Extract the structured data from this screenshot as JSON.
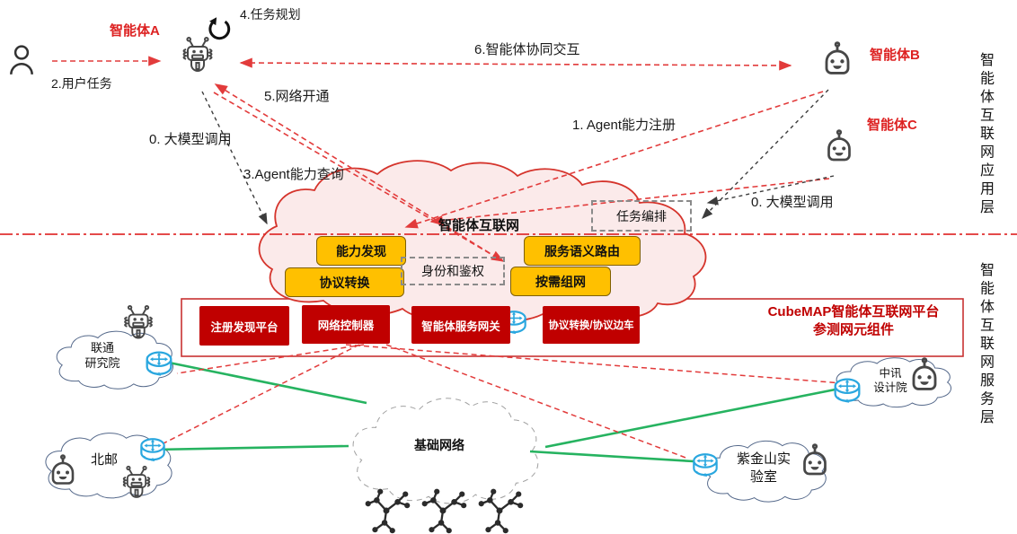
{
  "layer_labels": {
    "application": "智能体互联网应用层",
    "service": "智能体互联网服务层"
  },
  "agents": {
    "a": "智能体A",
    "b": "智能体B",
    "c": "智能体C"
  },
  "steps": {
    "s0_left": "0. 大模型调用",
    "s0_right": "0. 大模型调用",
    "s1": "1. Agent能力注册",
    "s2": "2.用户任务",
    "s3": "3.Agent能力查询",
    "s4": "4.任务规划",
    "s5": "5.网络开通",
    "s6": "6.智能体协同交互"
  },
  "agent_internet": {
    "title": "智能体互联网",
    "capability_discovery": "能力发现",
    "semantic_routing": "服务语义路由",
    "protocol_conversion": "协议转换",
    "on_demand_network": "按需组网",
    "identity_auth": "身份和鉴权",
    "task_orchestration": "任务编排"
  },
  "platform": {
    "caption": "CubeMAP智能体互联网平台\n参测网元组件",
    "components": [
      "注册发现平台",
      "网络控制器",
      "智能体服务网关",
      "协议转换/协议边车"
    ]
  },
  "sites": {
    "unicom": "联通\n研究院",
    "bupt": "北邮",
    "base_network": "基础网络",
    "zhongxun": "中讯\n设计院",
    "purple_mountain": "紫金山实\n验室"
  },
  "colors": {
    "deep_red": "#C00000",
    "line_red": "#E23B3B",
    "gold": "#FFC000",
    "green": "#26B360",
    "blue": "#2AA7DF"
  }
}
